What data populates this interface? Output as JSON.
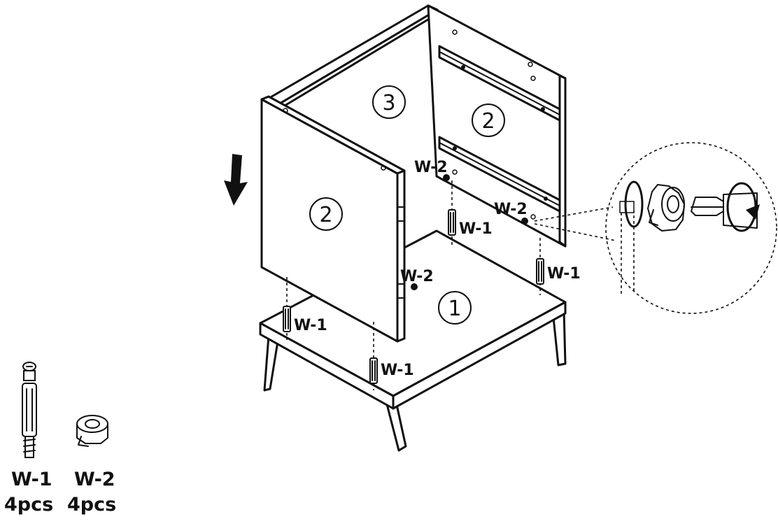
{
  "diagram": {
    "panel_numbers": {
      "bottom": "1",
      "side_left": "2",
      "side_right": "2",
      "back": "3"
    },
    "callouts": {
      "w1_front_left": "W-1",
      "w1_front_right": "W-1",
      "w1_back_center": "W-1",
      "w1_back_right": "W-1",
      "w2_left": "W-2",
      "w2_back_top": "W-2",
      "w2_back_right": "W-2"
    },
    "parts": [
      {
        "code": "W-1",
        "qty": "4pcs",
        "icon": "cam-bolt-icon"
      },
      {
        "code": "W-2",
        "qty": "4pcs",
        "icon": "cam-lock-icon"
      }
    ],
    "icons": [
      "down-arrow-icon",
      "screwdriver-icon",
      "rotate-clockwise-icon",
      "cam-lock-icon",
      "cam-bolt-icon"
    ]
  }
}
